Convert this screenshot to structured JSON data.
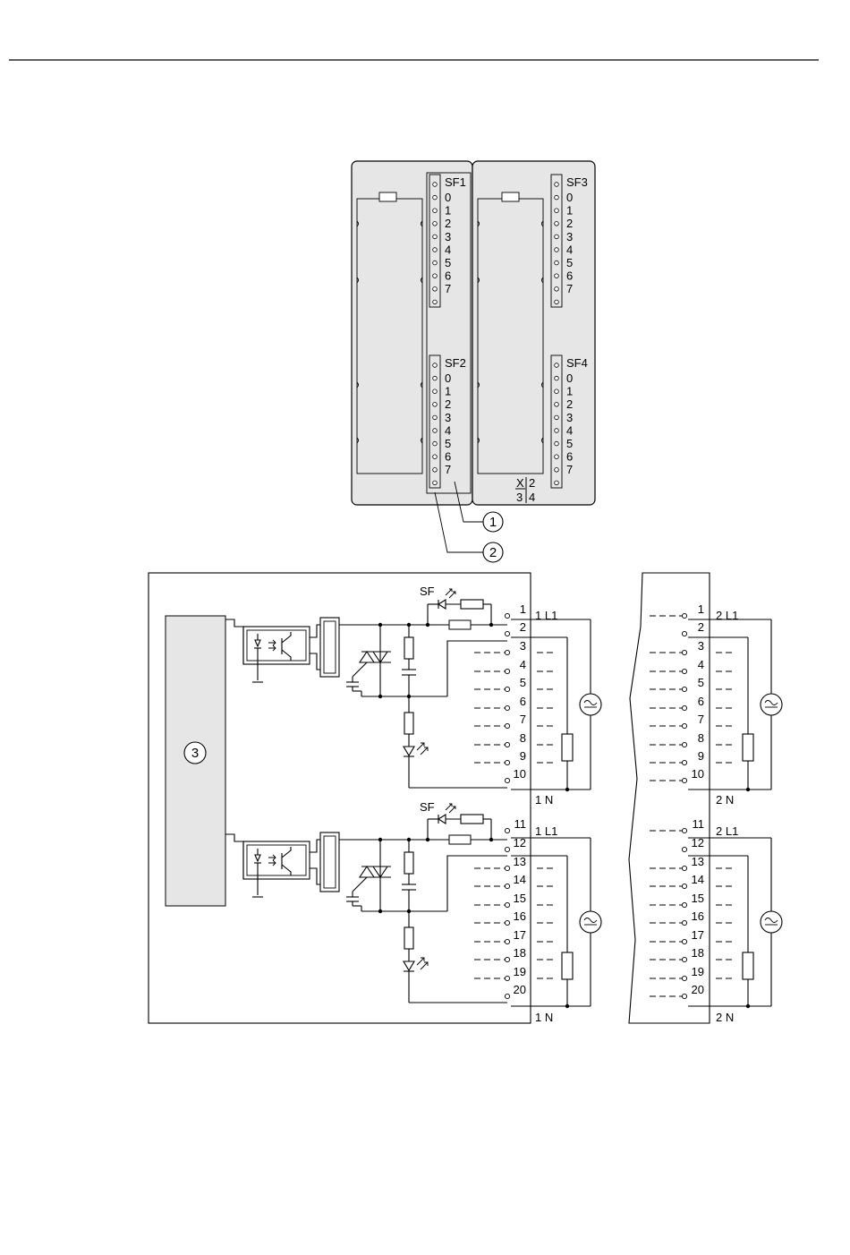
{
  "module_front": {
    "groups": [
      {
        "name": "SF1",
        "channels": [
          "0",
          "1",
          "2",
          "3",
          "4",
          "5",
          "6",
          "7"
        ]
      },
      {
        "name": "SF2",
        "channels": [
          "0",
          "1",
          "2",
          "3",
          "4",
          "5",
          "6",
          "7"
        ]
      },
      {
        "name": "SF3",
        "channels": [
          "0",
          "1",
          "2",
          "3",
          "4",
          "5",
          "6",
          "7"
        ]
      },
      {
        "name": "SF4",
        "channels": [
          "0",
          "1",
          "2",
          "3",
          "4",
          "5",
          "6",
          "7"
        ]
      }
    ],
    "label_strip": {
      "x": "X",
      "two": "2",
      "three": "3",
      "four": "4"
    },
    "callouts": [
      "1",
      "2"
    ]
  },
  "schematic": {
    "block_label": "3",
    "sf_label": "SF",
    "left_terminals": [
      "1",
      "2",
      "3",
      "4",
      "5",
      "6",
      "7",
      "8",
      "9",
      "10",
      "11",
      "12",
      "13",
      "14",
      "15",
      "16",
      "17",
      "18",
      "19",
      "20"
    ],
    "right_terminals": [
      "1",
      "2",
      "3",
      "4",
      "5",
      "6",
      "7",
      "8",
      "9",
      "10",
      "11",
      "12",
      "13",
      "14",
      "15",
      "16",
      "17",
      "18",
      "19",
      "20"
    ],
    "supply_labels": {
      "l1_left": "1 L1",
      "n_left": "1 N",
      "l1_right": "2 L1",
      "n_right": "2 N"
    }
  }
}
